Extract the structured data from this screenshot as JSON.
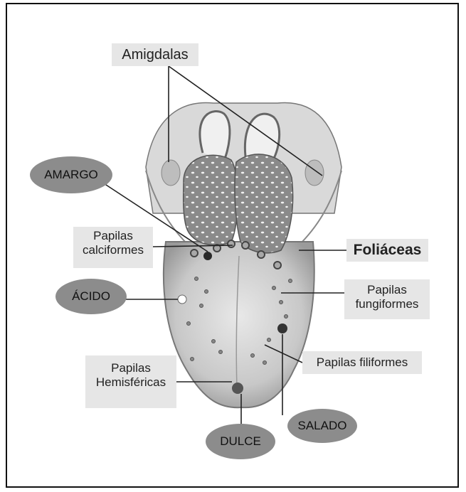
{
  "labels": {
    "amigdalas": "Amigdalas",
    "papilas_calciformes_1": "Papilas",
    "papilas_calciformes_2": "calciformes",
    "foliaceas": "Foliáceas",
    "papilas_fungiformes_1": "Papilas",
    "papilas_fungiformes_2": "fungiformes",
    "papilas_filiformes": "Papilas filiformes",
    "papilas_hemisfericas_1": "Papilas",
    "papilas_hemisfericas_2": "Hemisféricas"
  },
  "tastes": {
    "amargo": "AMARGO",
    "acido": "ÁCIDO",
    "dulce": "DULCE",
    "salado": "SALADO"
  },
  "colors": {
    "oval_fill": "#8c8c8c",
    "label_bg": "#e6e6e6",
    "tongue_fill": "#cfcfcf",
    "line": "#222222"
  }
}
